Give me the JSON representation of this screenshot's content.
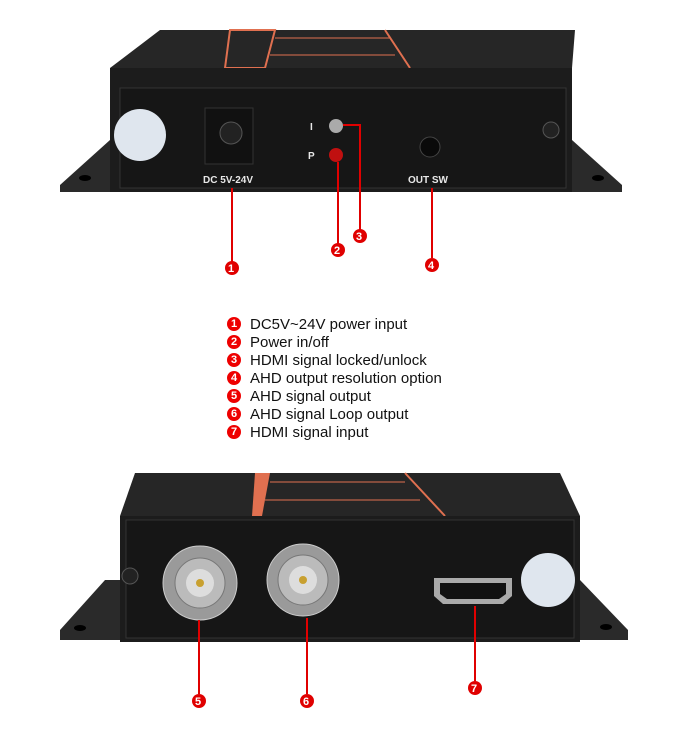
{
  "top_panel": {
    "power_label": "DC 5V-24V",
    "led_i_label": "I",
    "led_p_label": "P",
    "switch_label": "OUT SW"
  },
  "legend": [
    {
      "num": "1",
      "text": "DC5V~24V power input"
    },
    {
      "num": "2",
      "text": "Power in/off"
    },
    {
      "num": "3",
      "text": "HDMI signal locked/unlock"
    },
    {
      "num": "4",
      "text": "AHD output resolution option"
    },
    {
      "num": "5",
      "text": "AHD signal output"
    },
    {
      "num": "6",
      "text": "AHD signal Loop output"
    },
    {
      "num": "7",
      "text": "HDMI signal input"
    }
  ],
  "colors": {
    "callout": "#e00000",
    "chassis": "#1e1e1e",
    "accent": "#e07050"
  }
}
